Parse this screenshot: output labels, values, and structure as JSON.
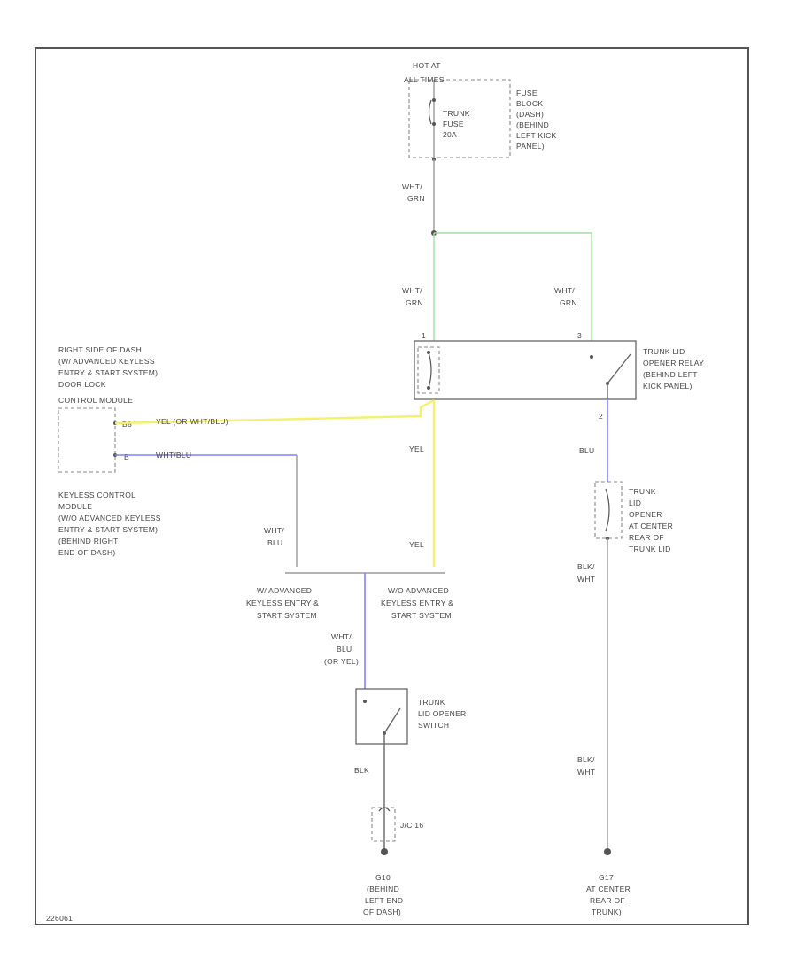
{
  "fuse_block": {
    "hot_at": [
      "HOT AT",
      "ALL TIMES"
    ],
    "fuse_name": [
      "TRUNK",
      "FUSE",
      "20A"
    ],
    "location": [
      "FUSE",
      "BLOCK",
      "(DASH)",
      "(BEHIND",
      "LEFT KICK",
      "PANEL)"
    ]
  },
  "wire_labels": {
    "wht_grn_top": [
      "WHT/",
      "GRN"
    ],
    "wht_grn_left": [
      "WHT/",
      "GRN"
    ],
    "wht_grn_right": [
      "WHT/",
      "GRN"
    ],
    "yel_upper": "YEL",
    "yel_lower": "YEL",
    "blu_relay": "BLU",
    "blk_wht_upper": [
      "BLK/",
      "WHT"
    ],
    "blk_wht_lower": [
      "BLK/",
      "WHT"
    ],
    "wht_blu_left": [
      "WHT/",
      "BLU"
    ],
    "wht_blu_switch": [
      "WHT/",
      "BLU",
      "(OR YEL)"
    ],
    "blk_switch": "BLK",
    "yel_or_blu": "YEL (OR WHT/BLU)",
    "wht_blu_keyless": "WHT/BLU"
  },
  "pins": {
    "relay_p1": "1",
    "relay_p2": "3",
    "relay_p3": "2",
    "module_p1": "B8",
    "module_p2": "B"
  },
  "components": {
    "door_lock_module": [
      "RIGHT SIDE OF DASH",
      "(W/ ADVANCED KEYLESS",
      "ENTRY & START SYSTEM)",
      "DOOR LOCK",
      "CONTROL MODULE"
    ],
    "keyless_module": [
      "KEYLESS CONTROL",
      "MODULE",
      "(W/O ADVANCED KEYLESS",
      "ENTRY & START SYSTEM)",
      "(BEHIND RIGHT",
      "END OF DASH)"
    ],
    "relay": [
      "TRUNK LID",
      "OPENER RELAY",
      "(BEHIND LEFT",
      "KICK PANEL)"
    ],
    "opener": [
      "TRUNK",
      "LID",
      "OPENER",
      "AT CENTER",
      "REAR OF",
      "TRUNK LID"
    ],
    "switch": [
      "TRUNK",
      "LID OPENER",
      "SWITCH"
    ],
    "junction": "J/C 16",
    "branch_left": [
      "W/ ADVANCED",
      "KEYLESS ENTRY &",
      "START SYSTEM"
    ],
    "branch_right": [
      "W/O ADVANCED",
      "KEYLESS ENTRY &",
      "START SYSTEM"
    ],
    "ground_left": [
      "G10",
      "(BEHIND",
      "LEFT END",
      "OF DASH)"
    ],
    "ground_right": [
      "G17",
      "AT CENTER",
      "REAR OF",
      "TRUNK)"
    ]
  },
  "footer": "226061"
}
